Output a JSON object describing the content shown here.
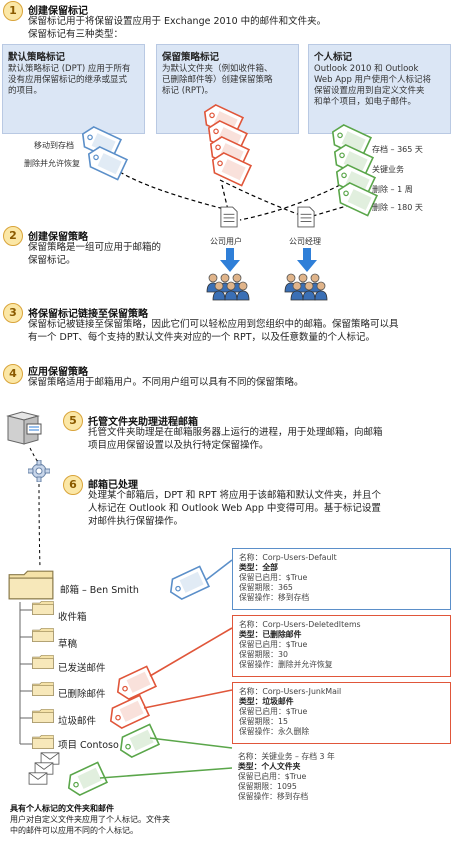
{
  "steps": [
    {
      "num": "1",
      "title": "创建保留标记",
      "body": [
        "保留标记用于将保留设置应用于 Exchange 2010 中的邮件和文件夹。",
        "保留标记有三种类型："
      ]
    },
    {
      "num": "2",
      "title": "创建保留策略",
      "body": [
        "保留策略是一组可应用于邮箱的",
        "保留标记。"
      ]
    },
    {
      "num": "3",
      "title": "将保留标记链接至保留策略",
      "body": [
        "保留标记被链接至保留策略，因此它们可以轻松应用到您组织中的邮箱。保留策略可以具",
        "有一个 DPT、每个支持的默认文件夹对应的一个 RPT，以及任意数量的个人标记。"
      ]
    },
    {
      "num": "4",
      "title": "应用保留策略",
      "body": [
        "保留策略适用于邮箱用户。不同用户组可以具有不同的保留策略。"
      ]
    },
    {
      "num": "5",
      "title": "托管文件夹助理进程邮箱",
      "body": [
        "托管文件夹助理是在邮箱服务器上运行的进程，用于处理邮箱，向邮箱",
        "项目应用保留设置以及执行特定保留操作。"
      ]
    },
    {
      "num": "6",
      "title": "邮箱已处理",
      "body": [
        "处理某个邮箱后，DPT 和 RPT 将应用于该邮箱和默认文件夹，并且个",
        "人标记在 Outlook 和 Outlook Web App 中变得可用。基于标记设置",
        "对邮件执行保留操作。"
      ]
    }
  ],
  "tag_types": [
    {
      "title": "默认策略标记",
      "desc": [
        "默认策略标记 (DPT) 应用于所有",
        "没有应用保留标记的继承或显式",
        "的项目。"
      ]
    },
    {
      "title": "保留策略标记",
      "desc": [
        "为默认文件夹（例如收件箱、",
        "已删除邮件等）创建保留策略",
        "标记 (RPT)。"
      ]
    },
    {
      "title": "个人标记",
      "desc": [
        "Outlook 2010 和 Outlook",
        "Web App 用户使用个人标记将",
        "保留设置应用到自定义文件夹",
        "和单个项目，如电子邮件。"
      ]
    }
  ],
  "dpt_actions": [
    "移动到存档",
    "删除并允许恢复"
  ],
  "personal_tag_labels": [
    "存档 – 365 天",
    "关键业务",
    "删除 – 1 周",
    "删除 – 180 天"
  ],
  "policies": [
    "公司用户",
    "公司经理"
  ],
  "mailbox": {
    "name": "邮箱 – Ben Smith",
    "folders": [
      "收件箱",
      "草稿",
      "已发送邮件",
      "已删除邮件",
      "垃圾邮件",
      "项目 Contoso"
    ],
    "caption_title": "具有个人标记的文件夹和邮件",
    "caption_body": [
      "用户对自定义文件夹应用了个人标记。文件夹",
      "中的邮件可以应用不同的个人标记。"
    ]
  },
  "tag_settings": [
    {
      "name": "名称：Corp-Users-Default",
      "type_label": "类型：",
      "type": "全部",
      "enabled": "保留已启用：$True",
      "period_label": "保留期限：",
      "period": "365",
      "action": "保留操作：移到存档",
      "color": "#5b8fc9"
    },
    {
      "name": "名称：Corp-Users-DeletedItems",
      "type_label": "类型：",
      "type": "已删除邮件",
      "enabled": "保留已启用：$True",
      "period_label": "保留期限：",
      "period": "30",
      "action": "保留操作：删除并允许恢复",
      "color": "#e0563a"
    },
    {
      "name": "名称：Corp-Users-JunkMail",
      "type_label": "类型：",
      "type": "垃圾邮件",
      "enabled": "保留已启用：$True",
      "period_label": "保留期限：",
      "period": "15",
      "action": "保留操作：永久删除",
      "color": "#e0563a"
    },
    {
      "name": "名称：关键业务 – 存档 3 年",
      "type_label": "类型：",
      "type": "个人文件夹",
      "enabled": "保留已启用：$True",
      "period_label": "保留期限：",
      "period": "1095",
      "action": "保留操作：移到存档",
      "color": "#ffffff"
    }
  ],
  "colors": {
    "dpt": "#5b8fc9",
    "rpt": "#e0563a",
    "personal": "#5aa64a",
    "arrow": "#2f7fd8",
    "badge": "#fbe7a6",
    "box": "#dbe6f5"
  }
}
